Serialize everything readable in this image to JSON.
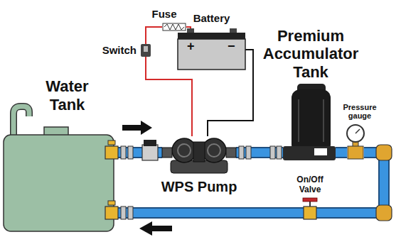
{
  "diagram": {
    "nodes": [
      {
        "text": [
          "Fuse"
        ]
      },
      {
        "text": [
          "Battery",
          "+",
          "−"
        ]
      },
      {
        "text": [
          "Switch"
        ]
      },
      {
        "text": [
          "Premium Accumulator Tank"
        ]
      },
      {
        "text": [
          "Water Tank"
        ]
      },
      {
        "text": [
          "Pressure gauge"
        ]
      },
      {
        "text": [
          "WPS Pump"
        ]
      },
      {
        "text": [
          "On/Off Valve"
        ]
      }
    ],
    "edges": [
      {
        "from": 4,
        "to": 6,
        "arrow": "none"
      },
      {
        "from": 6,
        "to": 3,
        "arrow": "none"
      },
      {
        "from": 3,
        "to": 5,
        "arrow": "none"
      },
      {
        "from": 5,
        "to": 7,
        "arrow": "none"
      },
      {
        "from": 7,
        "to": 4,
        "arrow": "none"
      },
      {
        "from": 1,
        "to": 0,
        "arrow": "none"
      },
      {
        "from": 0,
        "to": 2,
        "arrow": "none"
      },
      {
        "from": 2,
        "to": 6,
        "arrow": "none"
      },
      {
        "from": 1,
        "to": 6,
        "arrow": "none"
      }
    ]
  }
}
